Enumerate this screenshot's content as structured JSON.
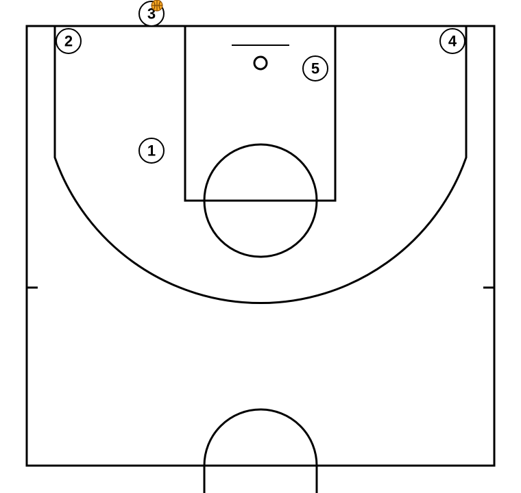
{
  "court": {
    "line_color": "#000000",
    "background_color": "#ffffff"
  },
  "players": [
    {
      "label": "1"
    },
    {
      "label": "2"
    },
    {
      "label": "3",
      "has_ball": true
    },
    {
      "label": "4"
    },
    {
      "label": "5"
    }
  ],
  "ball": {
    "icon": "basketball-icon",
    "color": "#f5a623"
  }
}
